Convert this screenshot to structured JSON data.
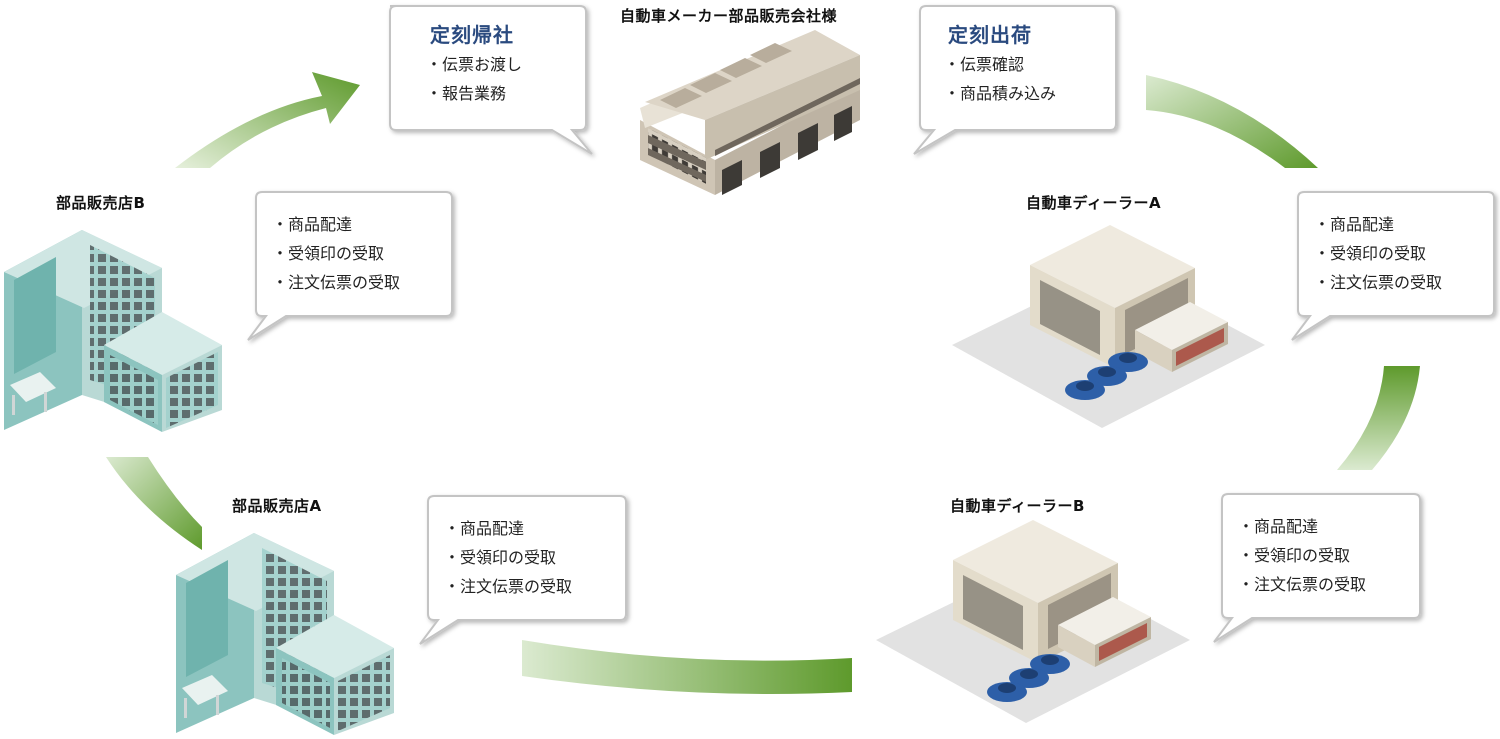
{
  "manufacturer": {
    "label": "自動車メーカー部品販売会社様"
  },
  "return_bubble": {
    "heading": "定刻帰社",
    "items": [
      "伝票お渡し",
      "報告業務"
    ]
  },
  "ship_bubble": {
    "heading": "定刻出荷",
    "items": [
      "伝票確認",
      "商品積み込み"
    ]
  },
  "dealer_a": {
    "label": "自動車ディーラーA",
    "items": [
      "商品配達",
      "受領印の受取",
      "注文伝票の受取"
    ]
  },
  "dealer_b": {
    "label": "自動車ディーラーB",
    "items": [
      "商品配達",
      "受領印の受取",
      "注文伝票の受取"
    ]
  },
  "store_a": {
    "label": "部品販売店A",
    "items": [
      "商品配達",
      "受領印の受取",
      "注文伝票の受取"
    ]
  },
  "store_b": {
    "label": "部品販売店B",
    "items": [
      "商品配達",
      "受領印の受取",
      "注文伝票の受取"
    ]
  },
  "colors": {
    "arrow_dark": "#5e9a2c",
    "arrow_light": "#dbead0",
    "heading": "#2a4a7f",
    "building_teal": "#8cc4bf",
    "dealer_beige": "#e3dccb",
    "car_blue": "#2d5fa8"
  }
}
